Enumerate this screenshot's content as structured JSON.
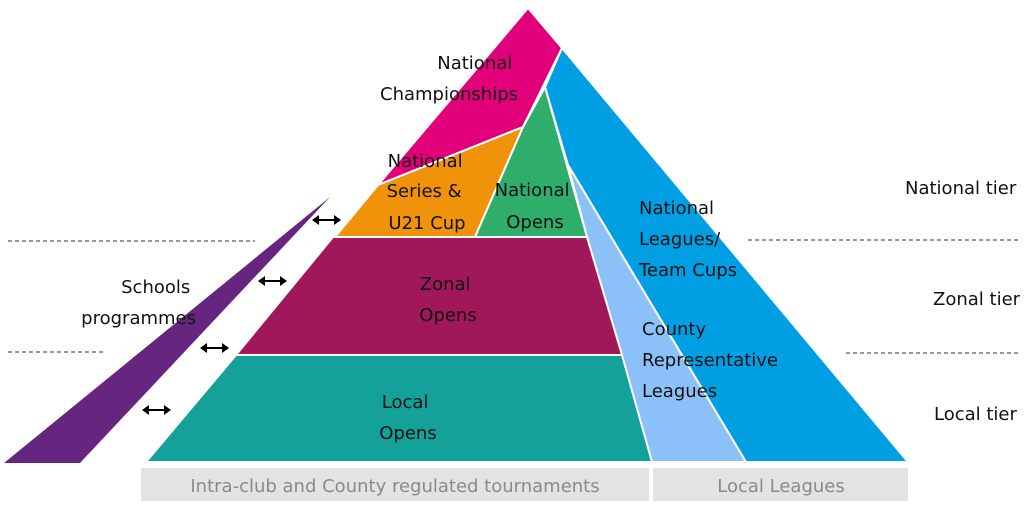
{
  "segments": {
    "national_championships": {
      "lines": [
        "National",
        "Championships"
      ],
      "color": "#e2007a"
    },
    "national_series": {
      "lines": [
        "National",
        "Series &",
        "U21 Cup"
      ],
      "color": "#f0920a"
    },
    "national_opens": {
      "lines": [
        "National",
        "Opens"
      ],
      "color": "#2fad6a"
    },
    "national_leagues": {
      "lines": [
        "National",
        "Leagues/",
        "Team Cups"
      ],
      "color": "#009fe3"
    },
    "zonal_opens": {
      "lines": [
        "Zonal",
        "Opens"
      ],
      "color": "#a0185a"
    },
    "county_leagues": {
      "lines": [
        "County",
        "Representative",
        "Leagues"
      ],
      "color": "#8cc0f8"
    },
    "local_opens": {
      "lines": [
        "Local",
        "Opens"
      ],
      "color": "#13a19a"
    },
    "schools": {
      "lines": [
        "Schools",
        "programmes"
      ],
      "color": "#66267f"
    }
  },
  "tiers": [
    "National tier",
    "Zonal tier",
    "Local tier"
  ],
  "footer": {
    "left": "Intra-club and County regulated tournaments",
    "right": "Local Leagues"
  }
}
